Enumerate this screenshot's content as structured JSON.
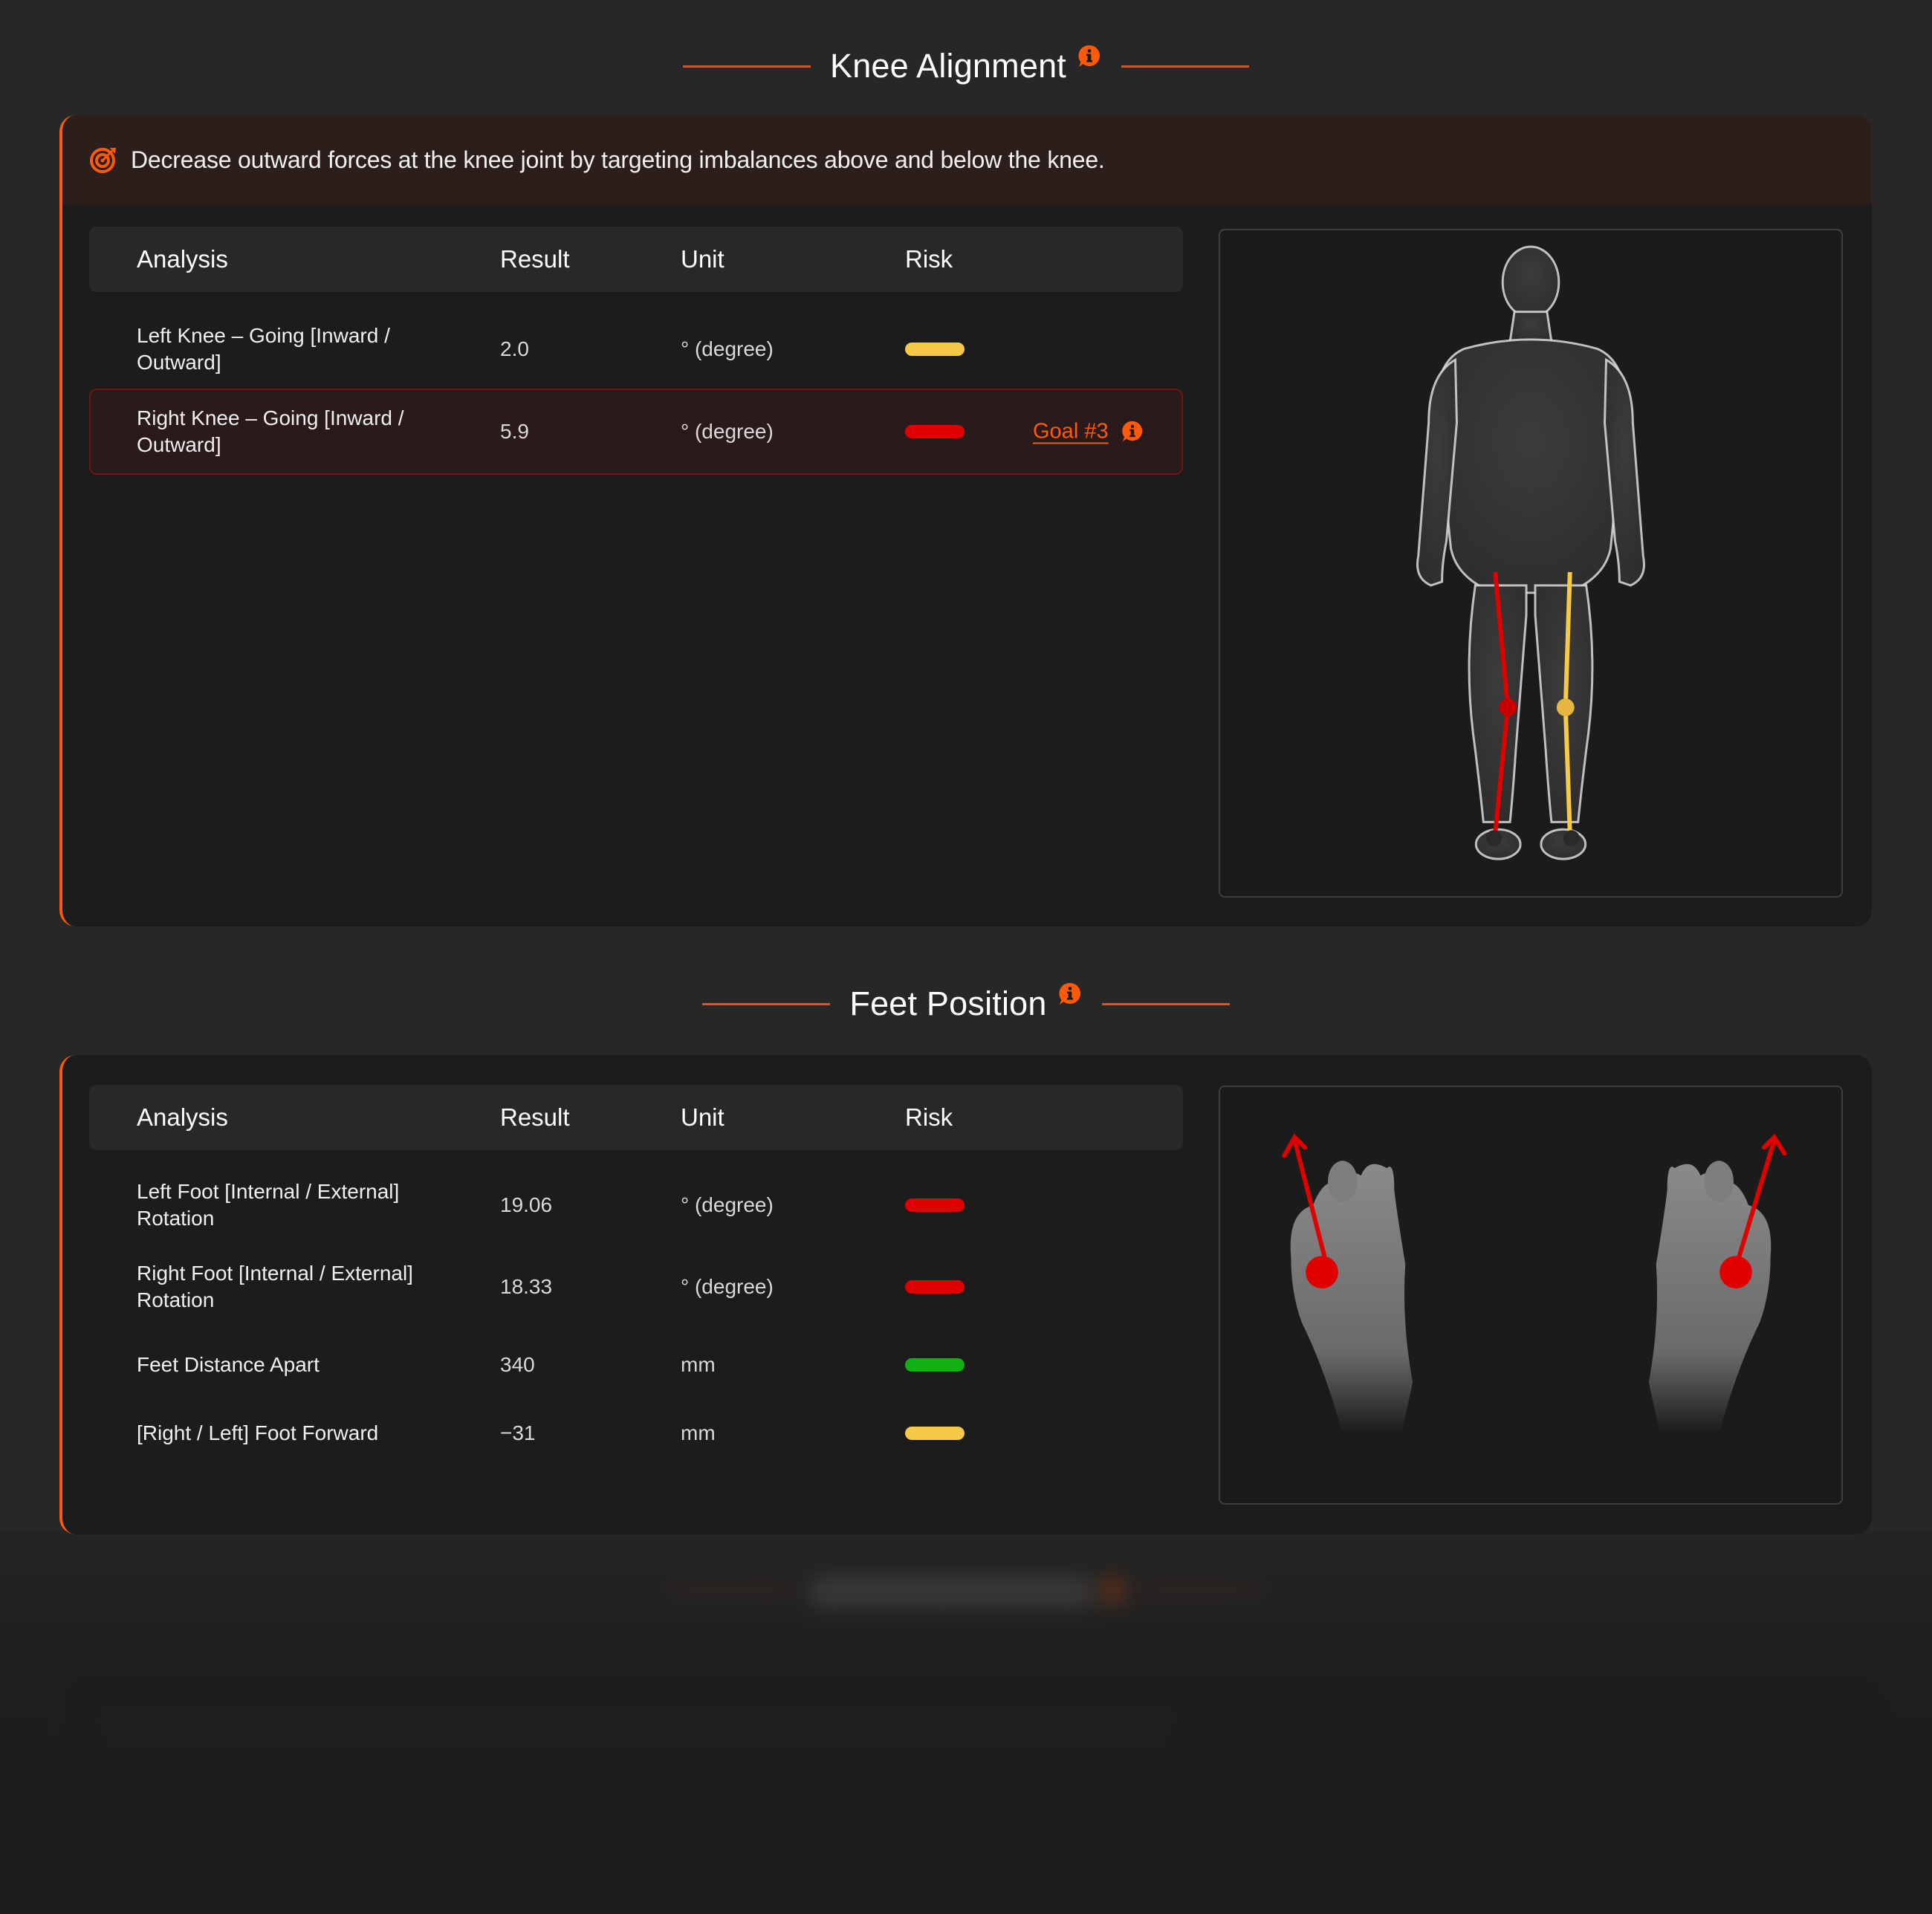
{
  "colors": {
    "accent": "#ff5a0a",
    "risk_high": "#e00000",
    "risk_medium": "#f7c948",
    "risk_low": "#12b012",
    "page_bg": "#272727",
    "card_bg": "#1c1c1c"
  },
  "knee_alignment": {
    "title": "Knee Alignment",
    "info_icon": "info-bubble-icon",
    "goal_banner": {
      "icon": "target-icon",
      "text": "Decrease outward forces at the knee joint by targeting imbalances above and below the knee."
    },
    "table": {
      "headers": [
        "Analysis",
        "Result",
        "Unit",
        "Risk"
      ],
      "rows": [
        {
          "analysis": "Left Knee – Going [Inward / Outward]",
          "result": "2.0",
          "unit": "° (degree)",
          "risk": "medium",
          "risk_color": "#f7c948"
        },
        {
          "analysis": "Right Knee – Going [Inward / Outward]",
          "result": "5.9",
          "unit": "° (degree)",
          "risk": "high",
          "risk_color": "#e00000",
          "goal_link": "Goal #3",
          "flagged": true
        }
      ]
    },
    "figure": {
      "description": "Full body front view with knee alignment lines",
      "left_leg_line_color": "#e00000",
      "right_leg_line_color": "#f7c948"
    }
  },
  "feet_position": {
    "title": "Feet Position",
    "info_icon": "info-bubble-icon",
    "table": {
      "headers": [
        "Analysis",
        "Result",
        "Unit",
        "Risk"
      ],
      "rows": [
        {
          "analysis": "Left Foot [Internal / External] Rotation",
          "result": "19.06",
          "unit": "° (degree)",
          "risk": "high",
          "risk_color": "#e00000"
        },
        {
          "analysis": "Right Foot [Internal / External] Rotation",
          "result": "18.33",
          "unit": "° (degree)",
          "risk": "high",
          "risk_color": "#e00000"
        },
        {
          "analysis": "Feet Distance Apart",
          "result": "340",
          "unit": "mm",
          "risk": "low",
          "risk_color": "#12b012"
        },
        {
          "analysis": "[Right / Left] Foot Forward",
          "result": "−31",
          "unit": "mm",
          "risk": "medium",
          "risk_color": "#f7c948"
        }
      ]
    },
    "figure": {
      "description": "Top view of both feet with outward rotation arrows",
      "marker_color": "#e00000"
    }
  },
  "next_section": {
    "state": "blurred"
  }
}
